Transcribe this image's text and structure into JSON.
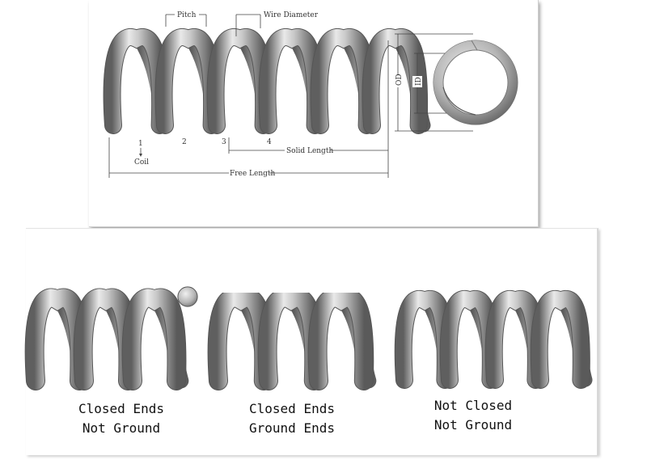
{
  "diagram": {
    "dimension_labels": {
      "pitch": "Pitch",
      "wire_diameter": "Wire Diameter",
      "solid_length": "Solid Length",
      "free_length": "Free Length",
      "coil": "Coil",
      "od": "OD",
      "id": "ID"
    },
    "coil_numbers": [
      "1",
      "2",
      "3",
      "4"
    ],
    "end_types": [
      {
        "line1": "Closed Ends",
        "line2": "Not Ground"
      },
      {
        "line1": "Closed Ends",
        "line2": "Ground Ends"
      },
      {
        "line1": "Not Closed",
        "line2": "Not Ground"
      }
    ]
  },
  "colors": {
    "spring_dark": "#6e6e6e",
    "spring_mid": "#a8a8a8",
    "spring_light": "#f2f2f2",
    "dimension_line": "#444444"
  }
}
